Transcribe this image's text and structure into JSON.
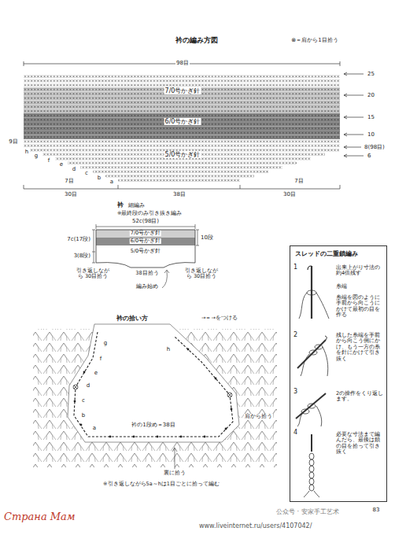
{
  "diagram": {
    "nodes": [
      {
        "text": [
          "スレッドの二重鎖編み",
          "1",
          "出来上がり寸法の約4倍残す",
          "糸端",
          "糸端を図のように手前から向こうにかけて最初の目を作る",
          "2",
          "残した糸端を手前から向こう側にかけ、もう一方の糸を針にかけて引き抜く",
          "3",
          "2の操作をくり返します。",
          "4",
          "必要な寸法まで編んだら、最後は鎖の目を拾って引き抜く"
        ]
      }
    ],
    "labels": [
      "衿の編み方図",
      "⊗＝肩から1目拾う",
      "98目",
      "25",
      "20",
      "15",
      "10",
      "8(98目)",
      "6",
      "7/0号かぎ針",
      "6/0号かぎ針",
      "5/0号かぎ針",
      "9目",
      "h",
      "g",
      "f",
      "e",
      "d",
      "c",
      "b",
      "a",
      "7目",
      "7目",
      "30目",
      "38目",
      "30目",
      "衿",
      "細編み",
      "※最終段のみ引き抜き編み",
      "52c(98目)",
      "7/0号かぎ針",
      "6/0号かぎ針",
      "5/0号かぎ針",
      "10段",
      "7c(17段)",
      "3(8段)",
      "引き返しながら 30目拾う",
      "38目拾う",
      "引き返しながら 30目拾う",
      "編み始め",
      "衿の拾い方",
      "→＝→をつける",
      "a",
      "b",
      "c",
      "d",
      "e",
      "f",
      "g",
      "h",
      "肩から拾う",
      "衿の1段め＝38目",
      "裏に拾う",
      "※引き返しながら5a～hは1目ごとに拾って編む",
      "83",
      "公众号 · 安家手工艺术",
      "www.liveinternet.ru/users/4107042/",
      "Страна Мам"
    ]
  }
}
